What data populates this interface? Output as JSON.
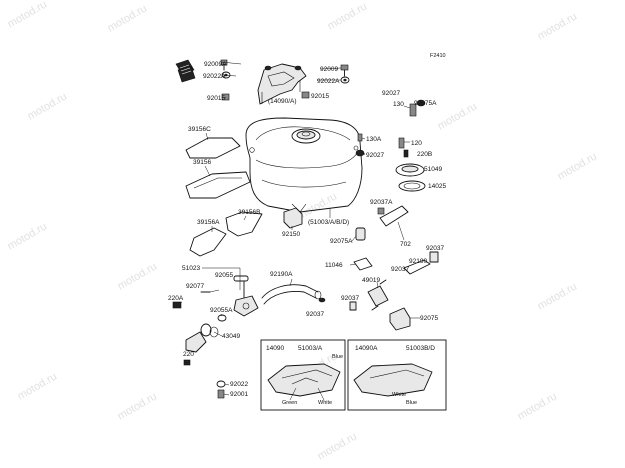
{
  "diagram_code": "F2410",
  "watermark": "motod.ru",
  "labels": {
    "p92009a": "92009A",
    "p92022a_l": "92022A",
    "p92015_l": "92015",
    "p14090a": "(14090/A)",
    "p92015_m": "92015",
    "p92009": "92009",
    "p92022a_r": "92022A",
    "p92027_t": "92027",
    "p130": "130",
    "p92075a_t": "92075A",
    "p39156c": "39156C",
    "p130a": "130A",
    "p120": "120",
    "p220b": "220B",
    "p92027_m": "92027",
    "p51049": "51049",
    "p39156": "39156",
    "p14025": "14025",
    "p51003": "(51003/A/B/D)",
    "p92037a": "92037A",
    "p39156b": "39156B",
    "p39156a": "39156A",
    "p92150": "92150",
    "p92075a_m": "92075A",
    "p702": "702",
    "p92037_r": "92037",
    "p11046": "11046",
    "p92190_r": "92190",
    "p51023": "51023",
    "p92055": "92055",
    "p92190a": "92190A",
    "p49019": "49019",
    "p92037_m": "92037",
    "p92077": "92077",
    "p220a": "220A",
    "p92037_b": "92037",
    "p92037_c": "92037",
    "p92055a": "92055A",
    "p43049": "43049",
    "p92075": "92075",
    "p220": "220",
    "p92022": "92022",
    "p92001": "92001"
  },
  "detail_left": {
    "code_a": "14090",
    "code_b": "51003/A",
    "color_blue": "Blue",
    "color_green": "Green",
    "color_white": "White"
  },
  "detail_right": {
    "code_a": "14090A",
    "code_b": "51003B/D",
    "color_white": "White",
    "color_blue": "Blue"
  }
}
